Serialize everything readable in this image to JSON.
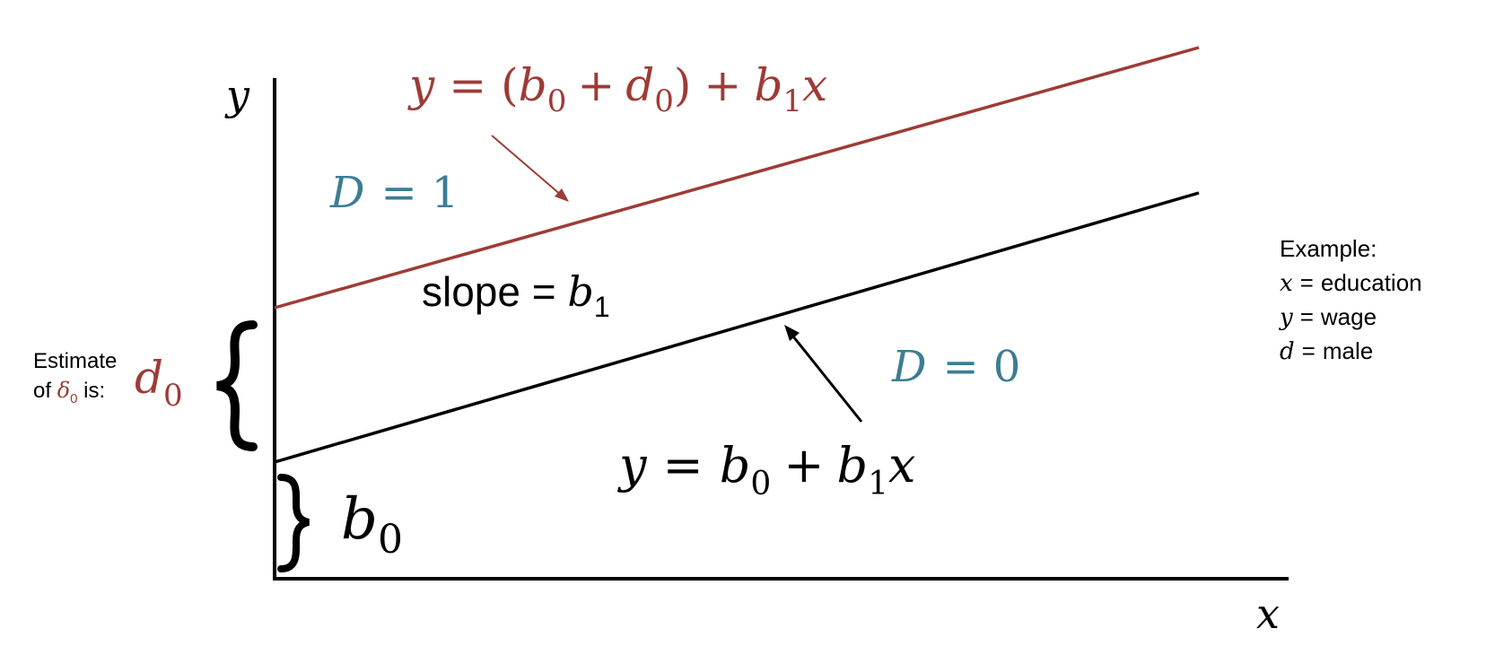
{
  "colors": {
    "red": "#9e3b36",
    "teal": "#3d7d95",
    "black": "#000000"
  },
  "axes": {
    "x_label": "x",
    "y_label": "y"
  },
  "lines": {
    "d1": {
      "equation": {
        "y": "y",
        "eq": "=",
        "open": "(",
        "b": "b",
        "b_sub": "0",
        "plus1": "+",
        "d": "d",
        "d_sub": "0",
        "close": ")",
        "plus2": "+",
        "b1": "b",
        "b1_sub": "1",
        "x": "x"
      },
      "group_label": {
        "var": "D",
        "eq": "=",
        "val": "1"
      }
    },
    "d0": {
      "equation": {
        "y": "y",
        "eq": "=",
        "b": "b",
        "b_sub": "0",
        "plus": "+",
        "b1": "b",
        "b1_sub": "1",
        "x": "x"
      },
      "group_label": {
        "var": "D",
        "eq": "=",
        "val": "0"
      }
    }
  },
  "slope_label": {
    "text": "slope = ",
    "b": "b",
    "sub": "1"
  },
  "intercept_label": {
    "b": "b",
    "sub": "0"
  },
  "estimate_label": {
    "line1": "Estimate",
    "line2_prefix": "of ",
    "delta": "δ",
    "delta_sub": "0",
    "line2_suffix": " is:",
    "d": "d",
    "d_sub": "0"
  },
  "example": {
    "title": "Example:",
    "rows": [
      {
        "var": "x",
        "eq": "=",
        "value": "education"
      },
      {
        "var": "y",
        "eq": "=",
        "value": "wage"
      },
      {
        "var": "d",
        "eq": "=",
        "value": "male"
      }
    ]
  }
}
